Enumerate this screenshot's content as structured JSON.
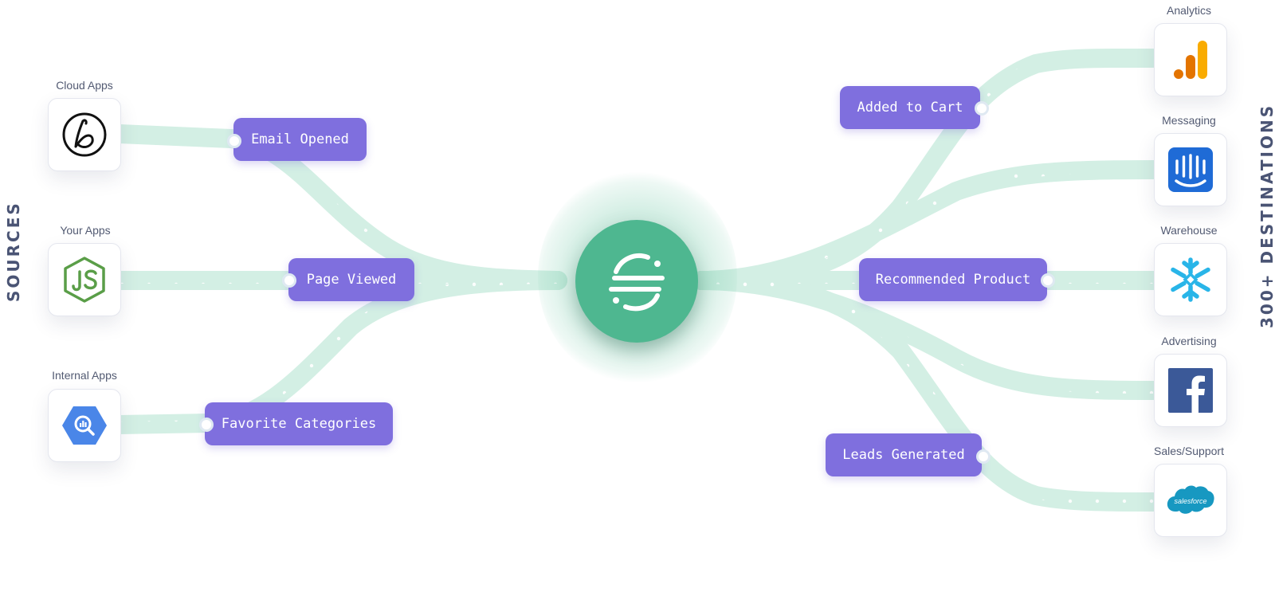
{
  "sources_label": "SOURCES",
  "destinations_label": "300+ DESTINATIONS",
  "sources": [
    {
      "caption": "Cloud Apps",
      "icon": "braze-b-icon"
    },
    {
      "caption": "Your Apps",
      "icon": "nodejs-icon"
    },
    {
      "caption": "Internal Apps",
      "icon": "bigquery-icon"
    }
  ],
  "source_events": [
    {
      "label": "Email Opened"
    },
    {
      "label": "Page Viewed"
    },
    {
      "label": "Favorite Categories"
    }
  ],
  "hub": {
    "icon": "segment-logo-icon",
    "color": "#4eb790"
  },
  "destination_events": [
    {
      "label": "Added to Cart"
    },
    {
      "label": "Recommended Product"
    },
    {
      "label": "Leads Generated"
    }
  ],
  "destinations": [
    {
      "caption": "Analytics",
      "icon": "google-analytics-icon"
    },
    {
      "caption": "Messaging",
      "icon": "intercom-icon"
    },
    {
      "caption": "Warehouse",
      "icon": "snowflake-icon"
    },
    {
      "caption": "Advertising",
      "icon": "facebook-icon"
    },
    {
      "caption": "Sales/Support",
      "icon": "salesforce-icon",
      "text": "salesforce"
    }
  ],
  "colors": {
    "flow": "#d3efe4",
    "event_pill": "#7f6fde",
    "hub": "#4eb790",
    "label_text": "#4a5474"
  }
}
